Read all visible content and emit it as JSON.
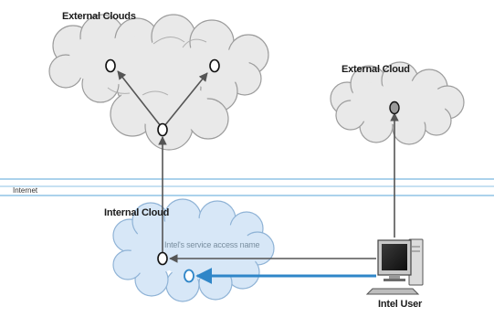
{
  "labels": {
    "external_clouds": "External Clouds",
    "external_cloud": "External Cloud",
    "internet": "Internet",
    "internal_cloud": "Internal Cloud",
    "service_access_name": "Intel's service access name",
    "intel_user": "Intel User"
  },
  "icons": {
    "user": "desktop-computer-icon"
  },
  "colors": {
    "cloud_fill": "#e9e9e9",
    "cloud_stroke": "#9c9c9c",
    "internal_cloud_fill": "#d7e7f7",
    "internal_cloud_stroke": "#8fb3d6",
    "internet_lines": "#8fc3e6",
    "arrow_gray": "#555555",
    "arrow_blue": "#2f86c8",
    "node_fill_gray": "#9a9a9a"
  }
}
